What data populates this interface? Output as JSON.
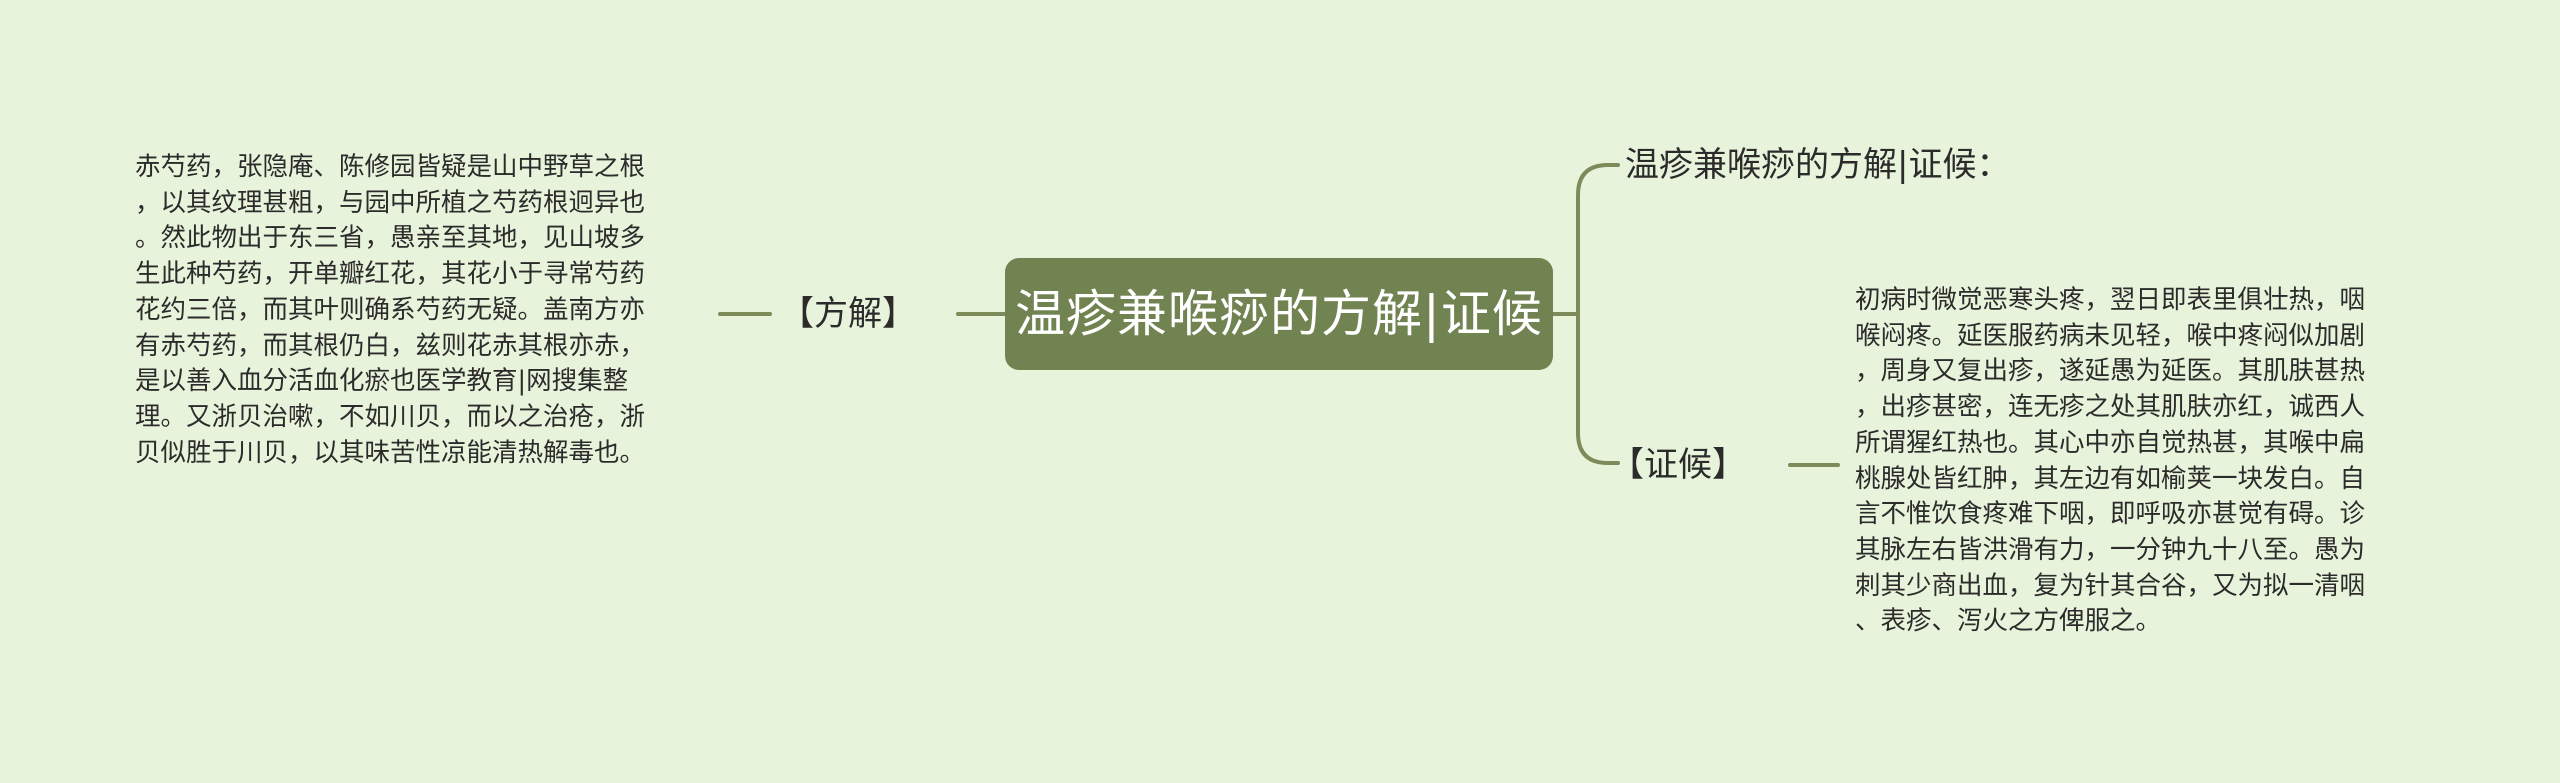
{
  "colors": {
    "background": "#e8f3db",
    "root_fill": "#728352",
    "root_text": "#ffffff",
    "connector": "#7d8a5a",
    "text": "#2b2b2b"
  },
  "root": {
    "label": "温疹兼喉痧的方解|证候"
  },
  "left_branch": {
    "label": "【方解】",
    "leaf_lines": [
      "赤芍药，张隐庵、陈修园皆疑是山中野草之根",
      "，以其纹理甚粗，与园中所植之芍药根迥异也",
      "。然此物出于东三省，愚亲至其地，见山坡多",
      "生此种芍药，开单瓣红花，其花小于寻常芍药",
      "花约三倍，而其叶则确系芍药无疑。盖南方亦",
      "有赤芍药，而其根仍白，兹则花赤其根亦赤，",
      "是以善入血分活血化瘀也医学教育|网搜集整",
      "理。又浙贝治嗽，不如川贝，而以之治疮，浙",
      "贝似胜于川贝，以其味苦性凉能清热解毒也。"
    ]
  },
  "right_branches": [
    {
      "label": "温疹兼喉痧的方解|证候："
    },
    {
      "label": "【证候】",
      "leaf_lines": [
        "初病时微觉恶寒头疼，翌日即表里俱壮热，咽",
        "喉闷疼。延医服药病未见轻，喉中疼闷似加剧",
        "，周身又复出疹，遂延愚为延医。其肌肤甚热",
        "，出疹甚密，连无疹之处其肌肤亦红，诚西人",
        "所谓猩红热也。其心中亦自觉热甚，其喉中扁",
        "桃腺处皆红肿，其左边有如榆荚一块发白。自",
        "言不惟饮食疼难下咽，即呼吸亦甚觉有碍。诊",
        "其脉左右皆洪滑有力，一分钟九十八至。愚为",
        "刺其少商出血，复为针其合谷，又为拟一清咽",
        "、表疹、泻火之方俾服之。"
      ]
    }
  ]
}
